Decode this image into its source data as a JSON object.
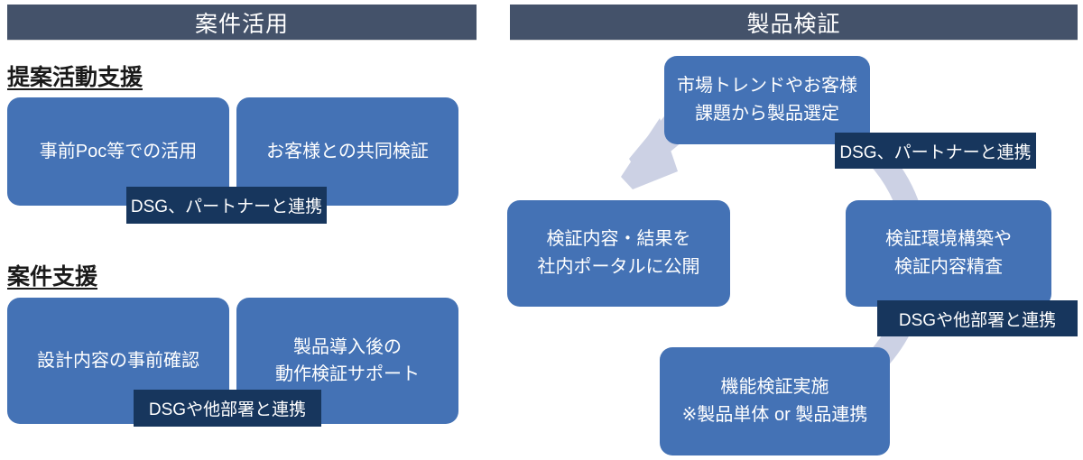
{
  "left_panel": {
    "header": "案件活用",
    "groups": [
      {
        "title": "提案活動支援",
        "boxes": [
          {
            "line1": "事前Poc等での活用"
          },
          {
            "line1": "お客様との共同検証"
          }
        ],
        "overlay_label": "DSG、パートナーと連携"
      },
      {
        "title": "案件支援",
        "boxes": [
          {
            "line1": "設計内容の事前確認"
          },
          {
            "line1": "製品導入後の",
            "line2": "動作検証サポート"
          }
        ],
        "overlay_label": "DSGや他部署と連携"
      }
    ]
  },
  "right_panel": {
    "header": "製品検証",
    "cycle": {
      "nodes": [
        {
          "name": "select",
          "line1": "市場トレンドやお客様",
          "line2": "課題から製品選定"
        },
        {
          "name": "build",
          "line1": "検証環境構築や",
          "line2": "検証内容精査"
        },
        {
          "name": "test",
          "line1": "機能検証実施",
          "line2": "※製品単体 or 製品連携"
        },
        {
          "name": "publish",
          "line1": "検証内容・結果を",
          "line2": "社内ポータルに公開"
        }
      ],
      "labels": [
        {
          "name": "partner",
          "text": "DSG、パートナーと連携"
        },
        {
          "name": "dept",
          "text": "DSGや他部署と連携"
        }
      ],
      "arrow_direction": "clockwise"
    }
  },
  "colors": {
    "header_bar": "#44526a",
    "box_blue": "#4472b5",
    "label_navy": "#17365d",
    "ring": "#ccd1e4",
    "text_light": "#ffffff",
    "text_dark": "#1a1a1a",
    "background": "#ffffff"
  }
}
